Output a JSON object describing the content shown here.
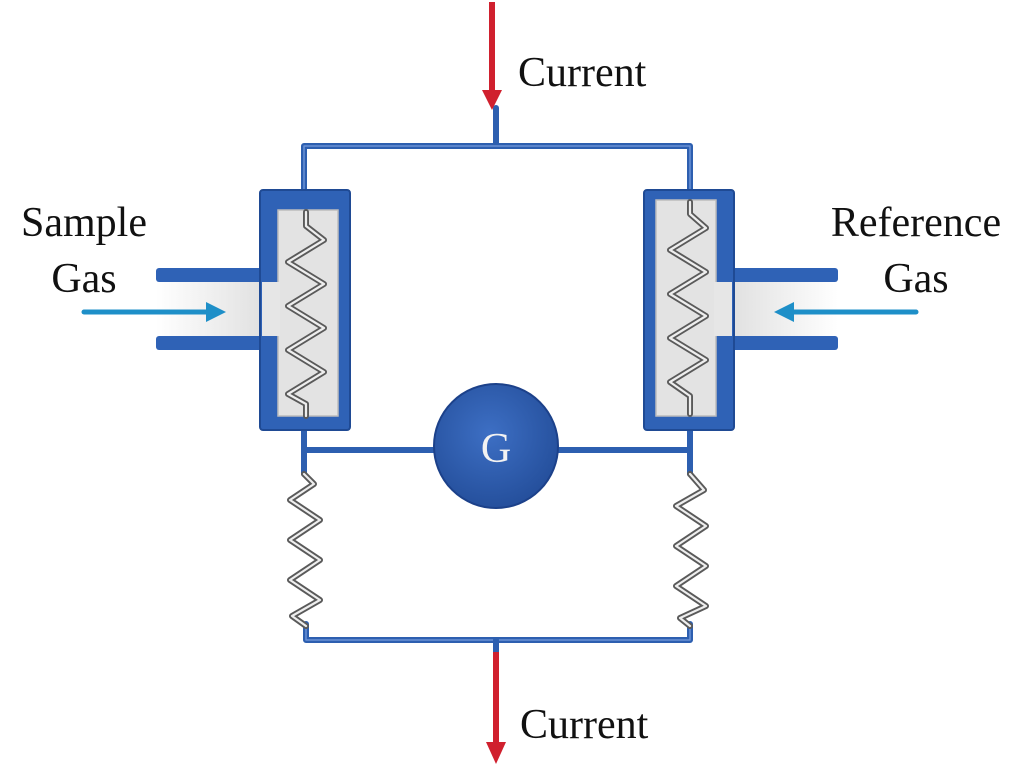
{
  "diagram": {
    "title": "Thermal conductivity detector Wheatstone bridge",
    "labels": {
      "current_in": "Current",
      "current_out": "Current",
      "sample_gas_line1": "Sample",
      "sample_gas_line2": "Gas",
      "reference_gas_line1": "Reference",
      "reference_gas_line2": "Gas",
      "galvanometer": "G"
    },
    "components": {
      "sample_cell": "heated filament in sample gas cell",
      "reference_cell": "heated filament in reference gas cell",
      "bridge_resistor_left": "fixed resistor",
      "bridge_resistor_right": "fixed resistor",
      "galvanometer": "galvanometer"
    },
    "colors": {
      "wire": "#2d5fb0",
      "cell_body": "#2f62b6",
      "cell_chamber": "#e3e3e3",
      "current_arrow": "#d0202e",
      "gas_arrow": "#1e8fc8",
      "galvanometer": "#2f5fb3",
      "filament": "#8a8a8a"
    }
  }
}
